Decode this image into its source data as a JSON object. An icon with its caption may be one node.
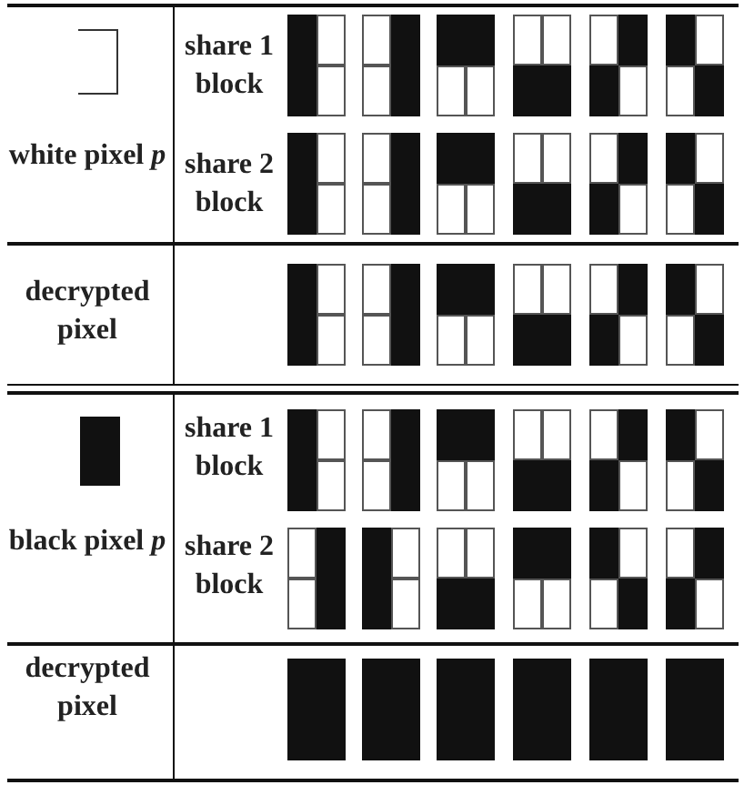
{
  "diagram": {
    "labels": [
      "white pixel *p*",
      "share 1 block",
      "share 2 block",
      "decrypted pixel",
      "black pixel *p*",
      "share 1 block",
      "share 2 block",
      "decrypted pixel"
    ]
  }
}
